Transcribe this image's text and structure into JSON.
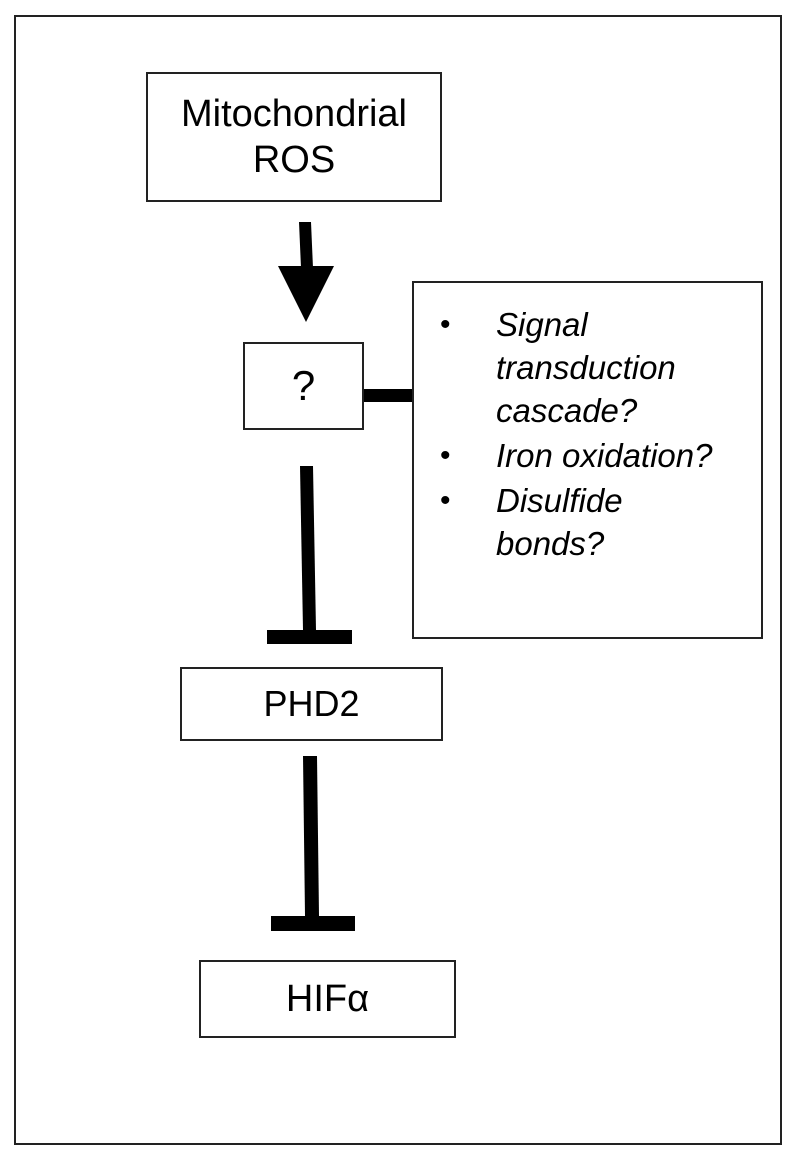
{
  "nodes": {
    "ros": {
      "line1": "Mitochondrial",
      "line2": "ROS"
    },
    "unknown": {
      "label": "?"
    },
    "phd2": {
      "label": "PHD2"
    },
    "hif": {
      "label": "HIFα"
    }
  },
  "mechanisms": {
    "bullet": "•",
    "items": [
      "Signal transduction cascade?",
      "Iron oxidation?",
      "Disulfide bonds?"
    ]
  },
  "edges": [
    {
      "from": "ros",
      "to": "unknown",
      "type": "activation-arrow"
    },
    {
      "from": "unknown",
      "to": "mechanisms",
      "type": "connector"
    },
    {
      "from": "unknown",
      "to": "phd2",
      "type": "inhibition"
    },
    {
      "from": "phd2",
      "to": "hif",
      "type": "inhibition"
    }
  ],
  "colors": {
    "stroke": "#000000",
    "border": "#222222",
    "background": "#ffffff"
  }
}
